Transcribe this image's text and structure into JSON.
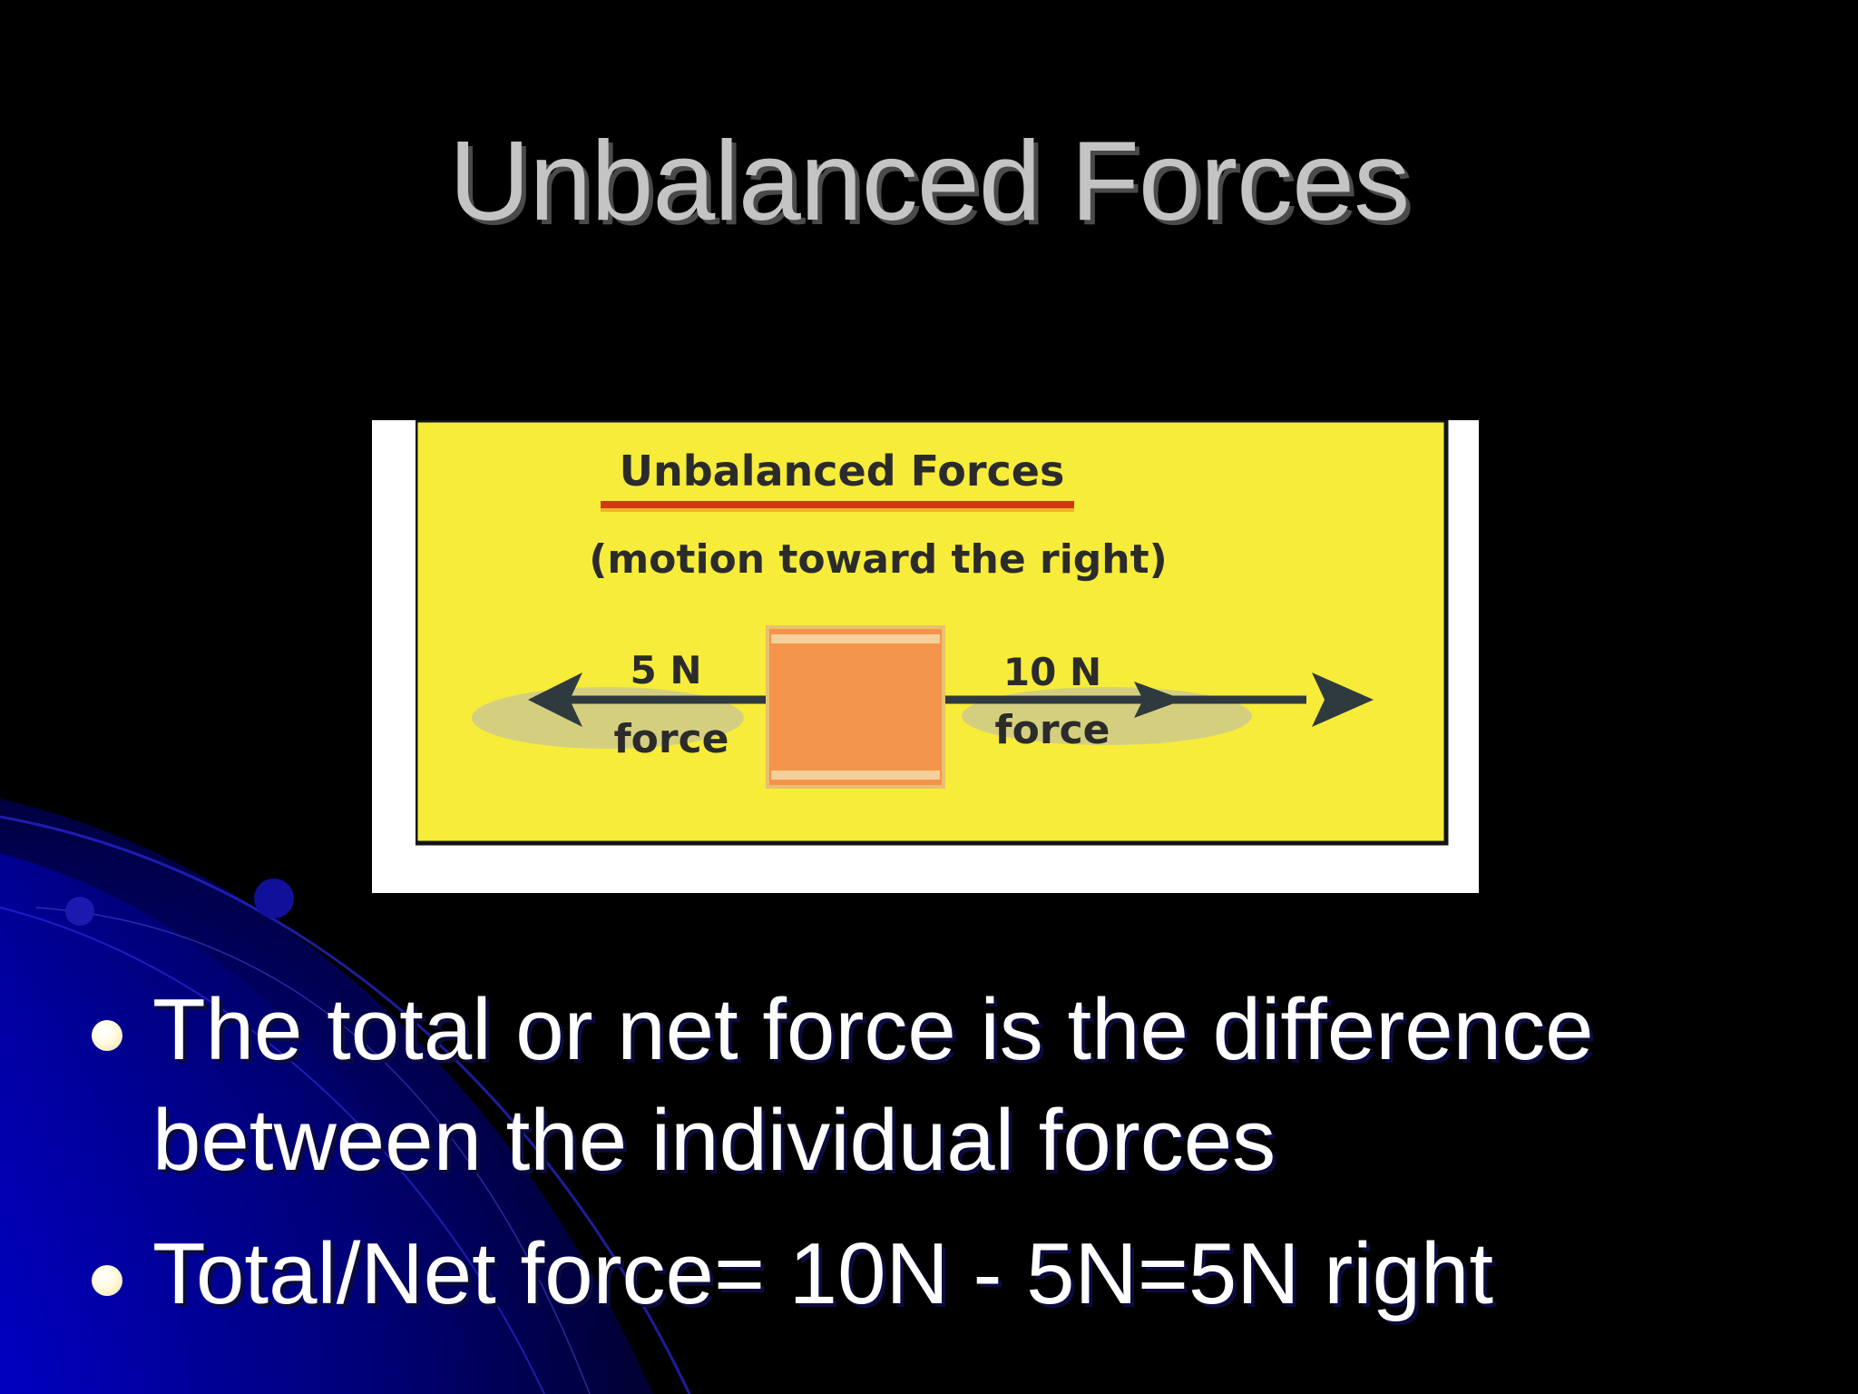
{
  "slide": {
    "title": "Unbalanced Forces"
  },
  "figure": {
    "heading": "Unbalanced Forces",
    "subheading": "(motion toward the right)",
    "left_force": {
      "magnitude": "5 N",
      "label": "force"
    },
    "right_force": {
      "magnitude": "10 N",
      "label": "force"
    },
    "colors": {
      "panel": "#f7ec3a",
      "block": "#f2954a",
      "underline": "#d4380f",
      "arrow": "#2f3a3e"
    }
  },
  "bullets": [
    {
      "lines": [
        "The total or net force is the difference",
        "between the individual forces"
      ]
    },
    {
      "lines": [
        "Total/Net force= 10N - 5N=5N right"
      ]
    }
  ],
  "theme": {
    "title_color": "#c4c4c4",
    "text_color": "#ffffff",
    "bullet_color": "#fffbe0",
    "accent": "#0000a8"
  }
}
